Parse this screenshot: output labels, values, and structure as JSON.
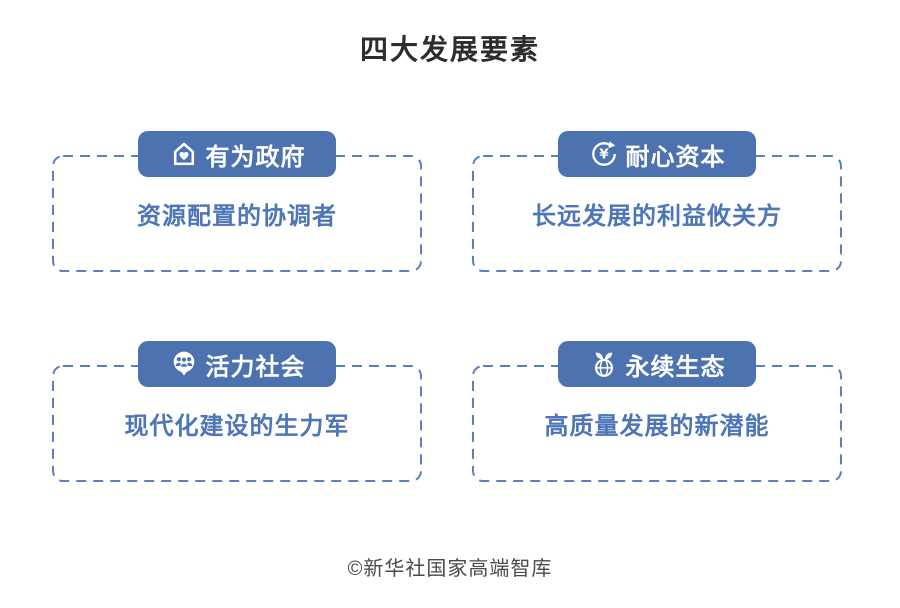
{
  "page": {
    "title": "四大发展要素",
    "footer": "©新华社国家高端智库"
  },
  "colors": {
    "header_pill_blue": "#4c73b0",
    "dash_border_blue": "#5b7fc0",
    "description_blue": "#4d75b8",
    "title_text": "#2d2d2d",
    "footer_text": "#4a4a4a",
    "background": "#ffffff"
  },
  "icons": {
    "yen_symbol": "¥"
  },
  "cards": [
    {
      "icon": "house-heart-icon",
      "label": "有为政府",
      "description": "资源配置的协调者"
    },
    {
      "icon": "yen-cycle-icon",
      "label": "耐心资本",
      "description": "长远发展的利益攸关方"
    },
    {
      "icon": "people-group-icon",
      "label": "活力社会",
      "description": "现代化建设的生力军"
    },
    {
      "icon": "globe-leaf-icon",
      "label": "永续生态",
      "description": "高质量发展的新潜能"
    }
  ]
}
